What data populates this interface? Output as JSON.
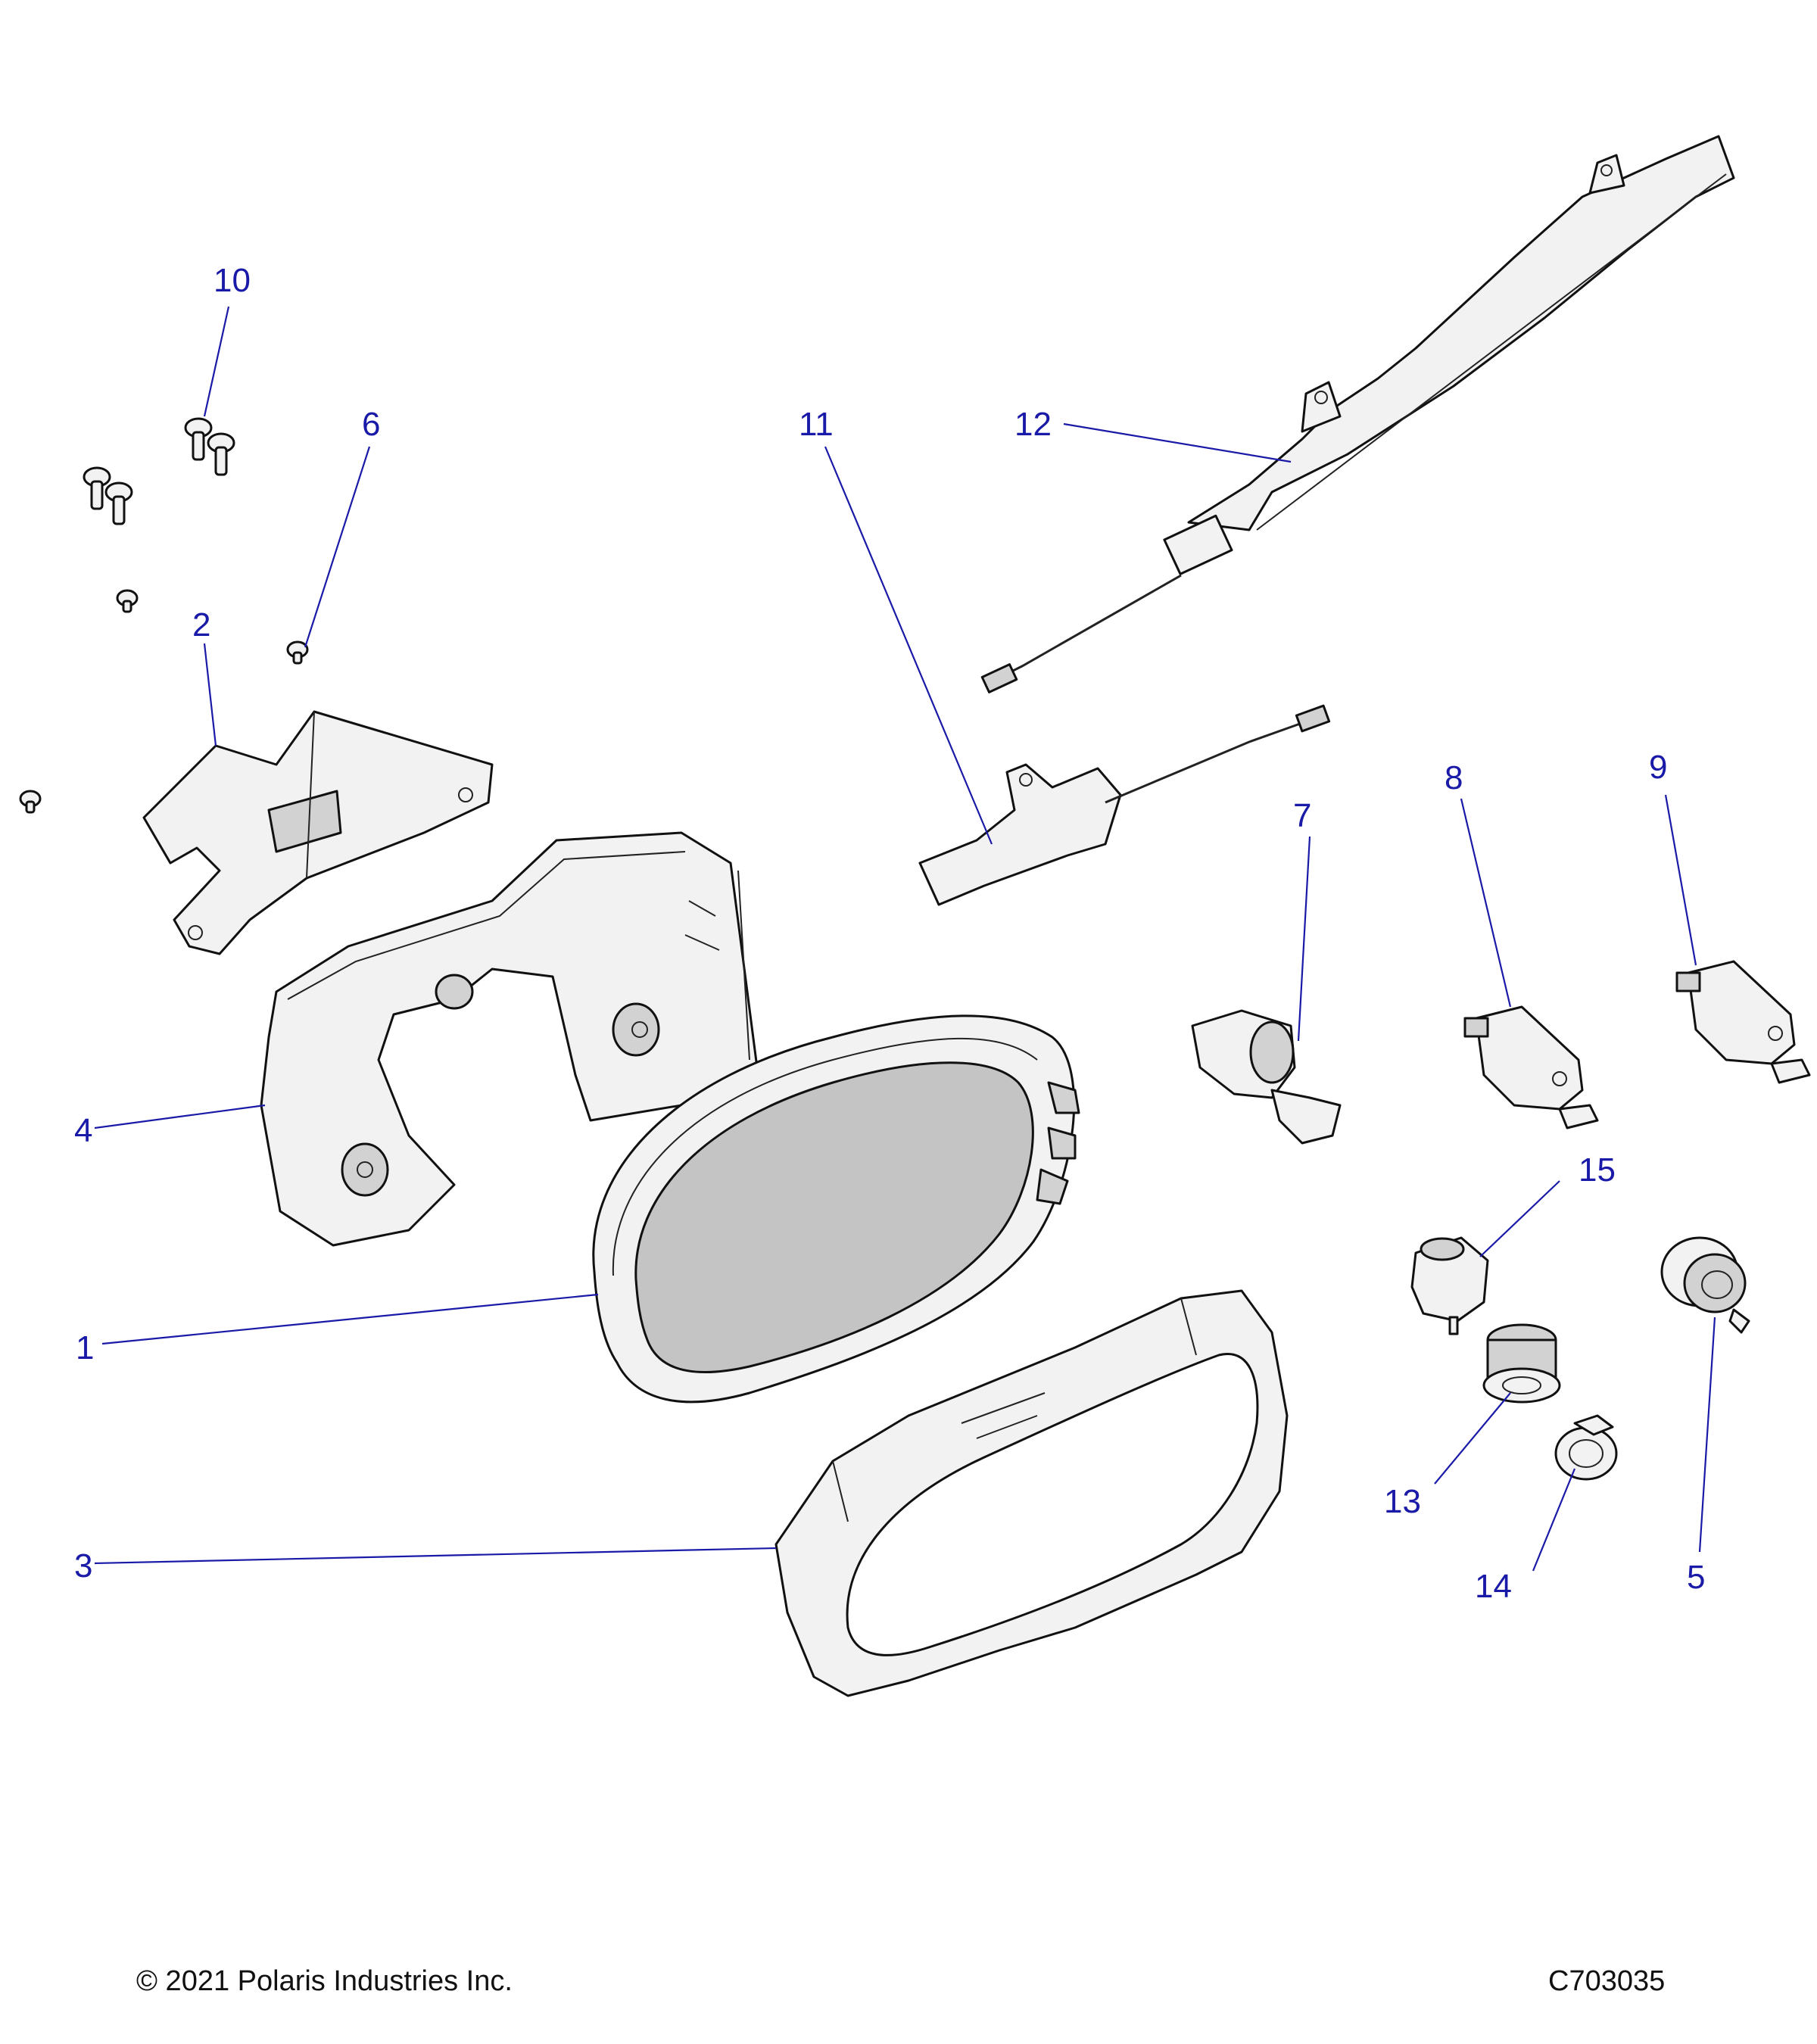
{
  "callouts": {
    "c1": "1",
    "c2": "2",
    "c3": "3",
    "c4": "4",
    "c5": "5",
    "c6": "6",
    "c7": "7",
    "c8": "8",
    "c9": "9",
    "c10": "10",
    "c11": "11",
    "c12": "12",
    "c13": "13",
    "c14": "14",
    "c15": "15"
  },
  "footer": {
    "copyright": "© 2021 Polaris Industries Inc.",
    "drawing_number": "C703035"
  },
  "colors": {
    "callout": "#1a1aa8",
    "line": "#111111",
    "part_fill": "#f2f2f2",
    "screen_fill": "#c4c4c4"
  }
}
